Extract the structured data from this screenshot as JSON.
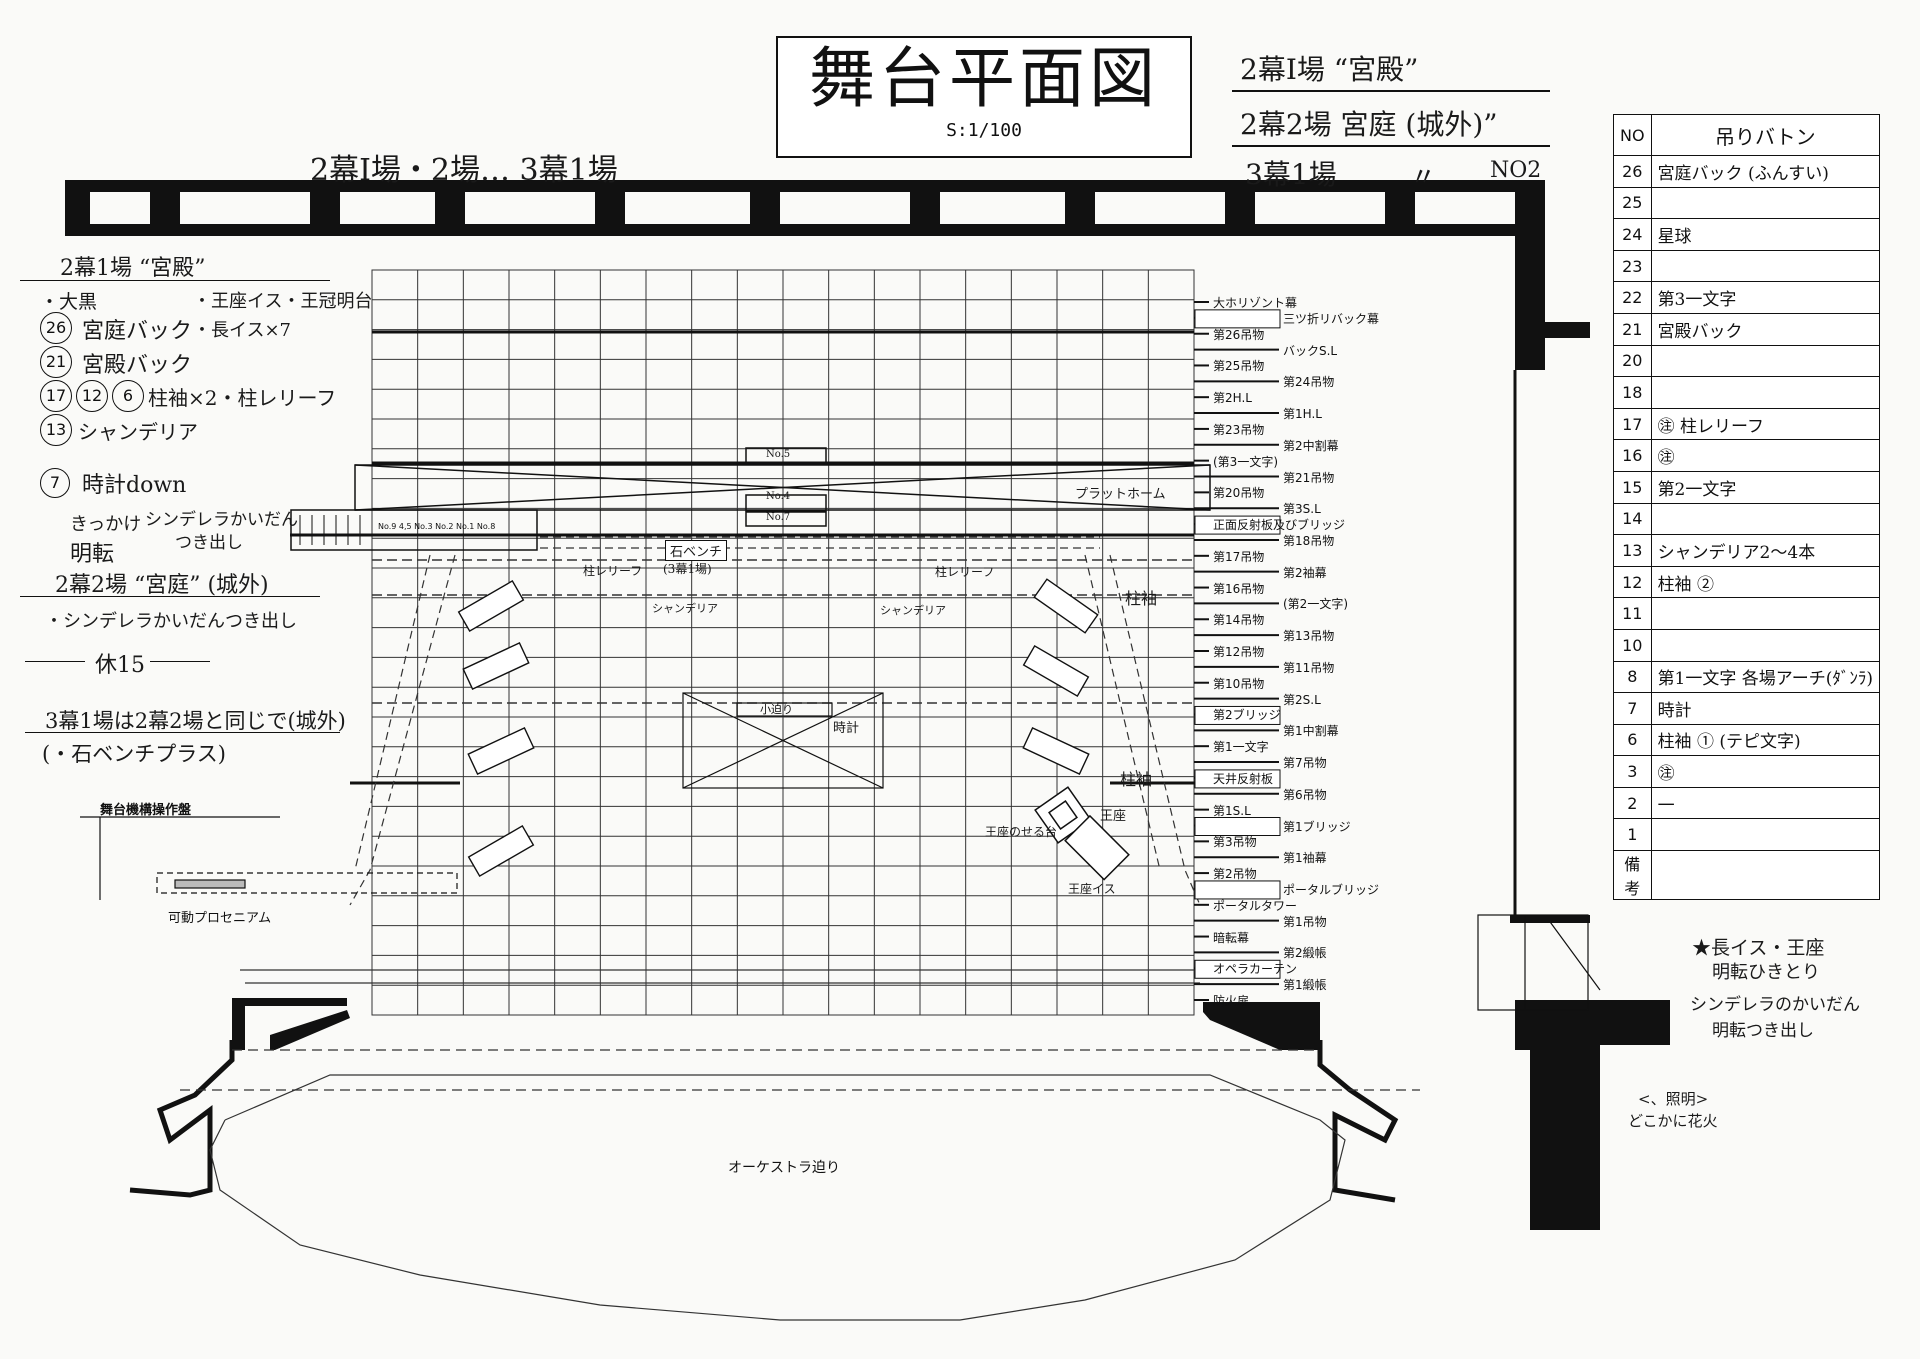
{
  "title": {
    "main": "舞台平面図",
    "scale": "S:1/100"
  },
  "scene_header": {
    "top_left": "2幕I場・2場… 3幕1場",
    "right_line1": "2幕I場 “宮殿”",
    "right_line2": "2幕2場 宮庭 (城外)”",
    "right_line3": "3幕1場",
    "ditto": "〃",
    "page_no": "NO2"
  },
  "left_notes": {
    "scene1_title": "2幕1場 “宮殿”",
    "line_otokuro": "・大黒",
    "item26": "宮庭バック",
    "item21": "宮殿バック",
    "item_pillars": "柱袖×2・柱レリーフ",
    "item13": "シャンデリア",
    "right_col1": "・王座イス・王冠明台",
    "right_col2": "・長イス×7",
    "circles1": [
      "26",
      "21",
      "17",
      "12",
      "6",
      "13"
    ],
    "item7_circle": "7",
    "item7_text": "時計down",
    "note_kikkake": "きっかけ",
    "note_meiten": "明転",
    "note_kaidan1": "シンデレラかいだん",
    "note_kaidan2": "つき出し",
    "scene2_title": "2幕2場 “宮庭” (城外)",
    "scene2_note": "・シンデレラかいだんつき出し",
    "intermission": "休15",
    "act3_note": "3幕1場は2幕2場と同じで(城外)",
    "act3_plus": "(・石ベンチプラス)",
    "console_label": "舞台機構操作盤",
    "proscenium_label": "可動プロセニアム"
  },
  "stage_labels": {
    "orchestra": "オーケストラ迫り",
    "small_lift": "小迫り",
    "pillar_relief_l": "柱レリーフ",
    "pillar_relief_r": "柱レリーフ",
    "stone_bench": "石ベンチ",
    "stone_bench_note": "(3幕1場)",
    "chandelier_l": "シャンデリア",
    "chandelier_r": "シャンデリア",
    "platform": "プラットホーム",
    "pillar_sleeve_upper": "柱袖",
    "pillar_sleeve_lower": "柱袖",
    "clock": "時計",
    "throne": "王座",
    "throne_platform": "王座のせる台",
    "throne_chair": "王座イス",
    "stair_numbers": "No.9 4,5 No.3 No.2 No.1 No.8",
    "bar_labels": [
      "No.5",
      "No.4",
      "No.7"
    ]
  },
  "batten_list_right": [
    "大ホリゾント幕",
    "三ツ折リバック幕",
    "第26吊物",
    "バックS.L",
    "第25吊物",
    "第24吊物",
    "第2H.L",
    "第1H.L",
    "第23吊物",
    "第2中割幕",
    "(第3一文字)",
    "第21吊物",
    "第20吊物",
    "第3S.L",
    "正面反射板及びブリッジ",
    "第18吊物",
    "第17吊物",
    "第2袖幕",
    "第16吊物",
    "(第2一文字)",
    "第14吊物",
    "第13吊物",
    "第12吊物",
    "第11吊物",
    "第10吊物",
    "第2S.L",
    "第2ブリッジ",
    "第1中割幕",
    "第1一文字",
    "第7吊物",
    "天井反射板",
    "第6吊物",
    "第1S.L",
    "第1ブリッジ",
    "第3吊物",
    "第1袖幕",
    "第2吊物",
    "ポータルブリッジ",
    "ポータルタワー",
    "第1吊物",
    "暗転幕",
    "第2緞帳",
    "オペラカーテン",
    "第1緞帳",
    "防火扉"
  ],
  "batten_table": {
    "header_no": "NO",
    "header_item": "吊りバトン",
    "rows": [
      {
        "no": "26",
        "item": "宮庭バック (ふんすい)"
      },
      {
        "no": "25",
        "item": ""
      },
      {
        "no": "24",
        "item": "星球"
      },
      {
        "no": "23",
        "item": ""
      },
      {
        "no": "22",
        "item": "第3一文字"
      },
      {
        "no": "21",
        "item": "宮殿バック"
      },
      {
        "no": "20",
        "item": ""
      },
      {
        "no": "18",
        "item": ""
      },
      {
        "no": "17",
        "item": "㊟ 柱レリーフ"
      },
      {
        "no": "16",
        "item": "㊟"
      },
      {
        "no": "15",
        "item": "第2一文字"
      },
      {
        "no": "14",
        "item": ""
      },
      {
        "no": "13",
        "item": "シャンデリア2〜4本"
      },
      {
        "no": "12",
        "item": "柱袖 ②"
      },
      {
        "no": "11",
        "item": ""
      },
      {
        "no": "10",
        "item": ""
      },
      {
        "no": "8",
        "item": "第1一文字 各場アーチ(ﾀﾞﾝﾗ)"
      },
      {
        "no": "7",
        "item": "時計"
      },
      {
        "no": "6",
        "item": "柱袖 ① (テピ文字)"
      },
      {
        "no": "3",
        "item": "㊟"
      },
      {
        "no": "2",
        "item": "一"
      },
      {
        "no": "1",
        "item": ""
      }
    ],
    "remarks_label": "備考"
  },
  "bottom_right_notes": {
    "line1": "★長イス・王座",
    "line2": "明転ひきとり",
    "line3": "シンデレラのかいだん",
    "line4": "明転つき出し",
    "line5": "<、照明>",
    "line6": "どこかに花火"
  }
}
